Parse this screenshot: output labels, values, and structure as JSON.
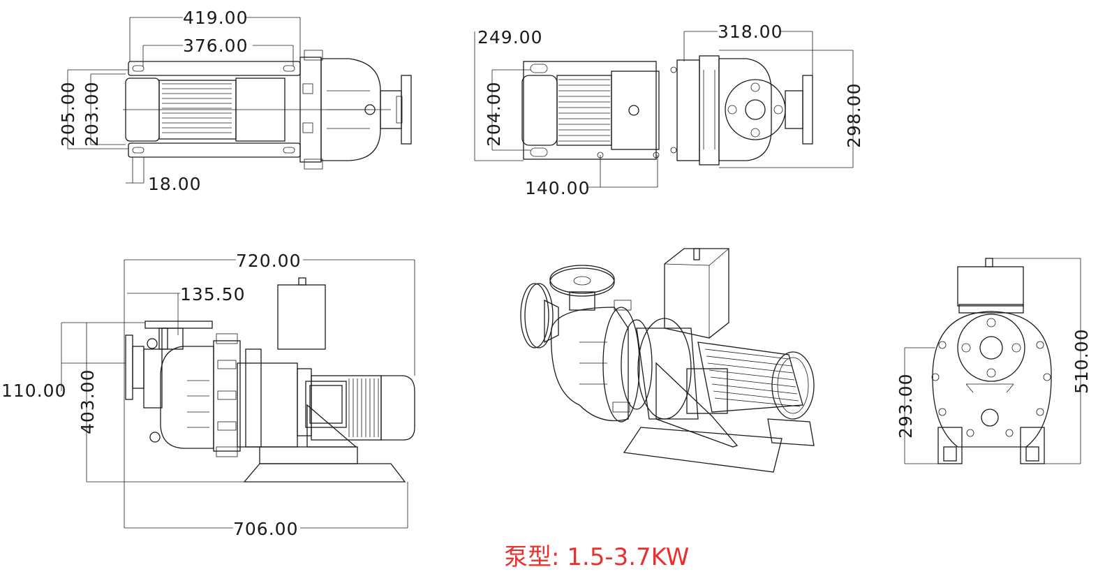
{
  "caption": "泵型: 1.5-3.7KW",
  "colors": {
    "line": "#1a1a1a",
    "caption": "#e8302e",
    "background": "#ffffff"
  },
  "dimensions": {
    "top_view": {
      "overall_width": "419.00",
      "mount_spacing": "376.00",
      "height_outer": "205.00",
      "height_inner": "203.00",
      "slot": "18.00"
    },
    "top_view_2": {
      "left_offset": "249.00",
      "pump_width": "318.00",
      "motor_height": "204.00",
      "overall_height": "298.00",
      "base_spacing": "140.00"
    },
    "side_view": {
      "overall_length": "720.00",
      "outlet_offset": "135.50",
      "inlet_height": "110.00",
      "outlet_height": "403.00",
      "base_length": "706.00"
    },
    "end_view": {
      "shaft_height": "293.00",
      "overall_height": "510.00"
    }
  }
}
